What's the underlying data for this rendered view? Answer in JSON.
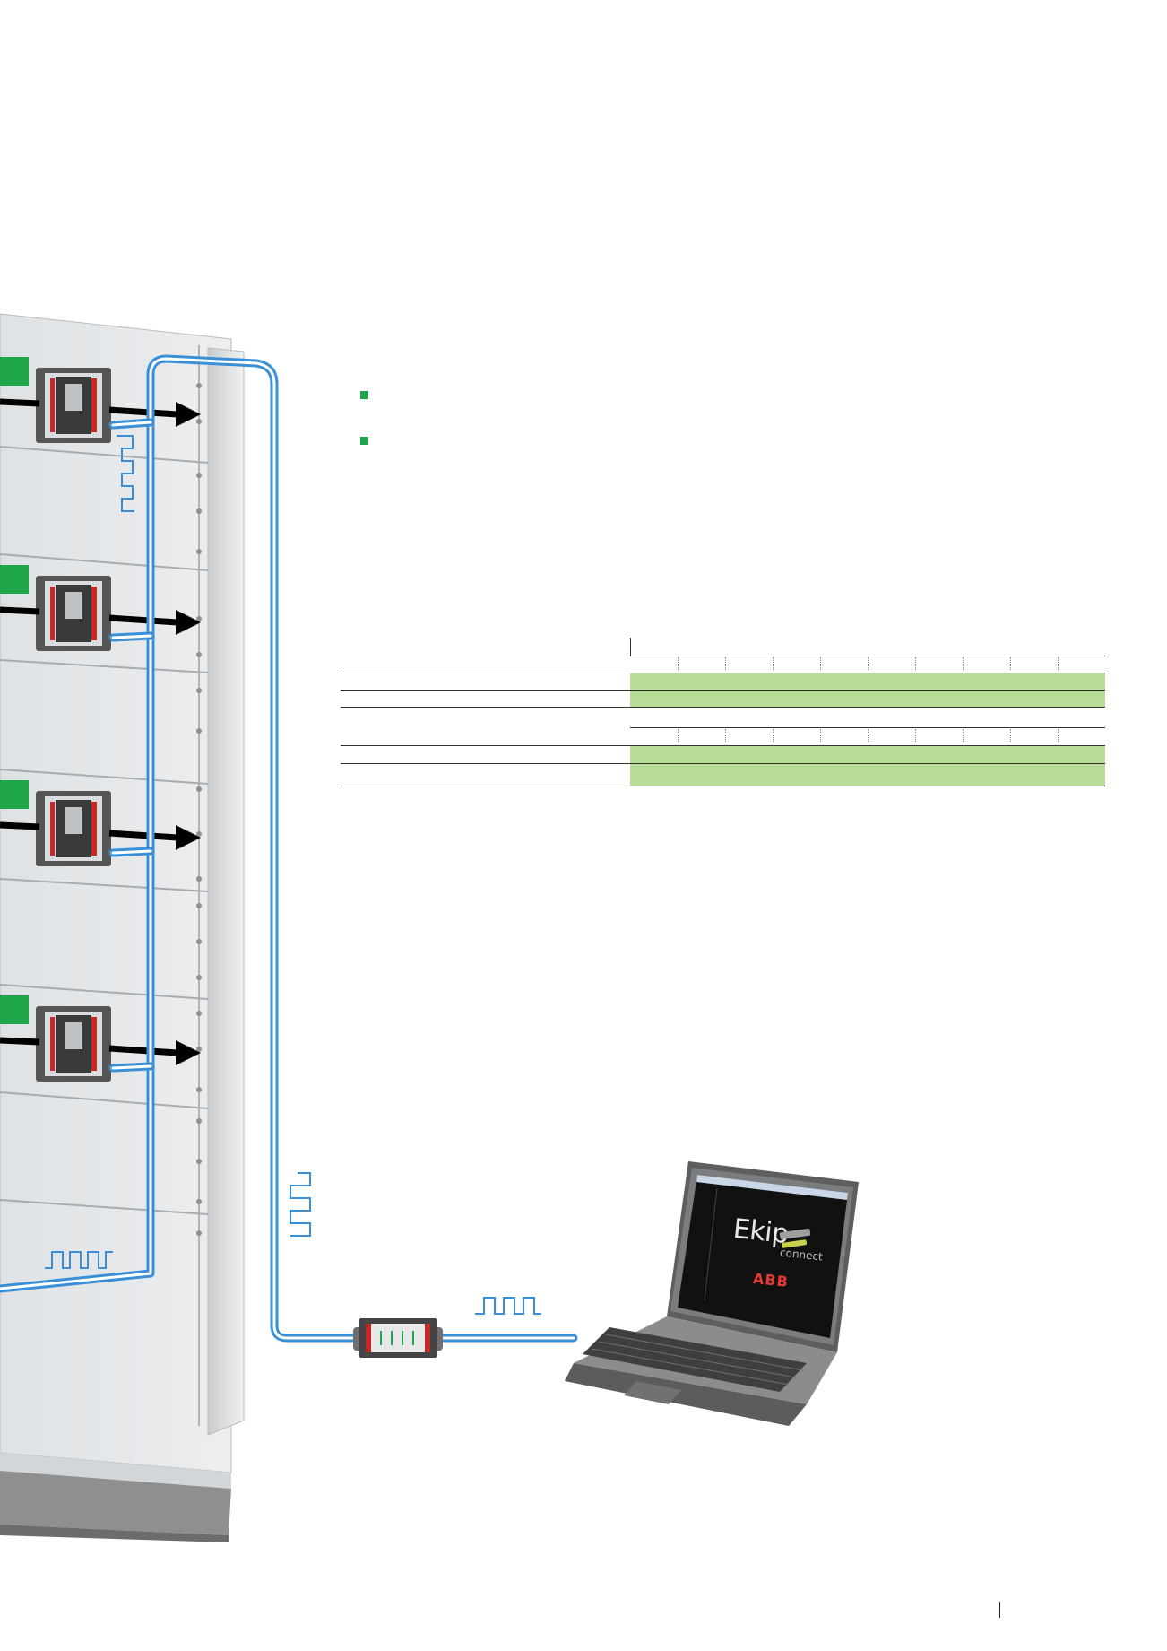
{
  "bullets": [
    {
      "text": ""
    },
    {
      "text": ""
    }
  ],
  "laptop_screen": {
    "logo_word": "Ekip",
    "logo_sub": "connect",
    "brand": "ABB"
  },
  "colors": {
    "accent_green": "#1fa64a",
    "table_green": "#b7dc98",
    "cable_blue": "#3a8fd6",
    "cabinet_gray": "#e3e6e8"
  },
  "icons": [
    "breaker-icon",
    "signal-pulse-icon",
    "connector-module-icon",
    "laptop-icon"
  ]
}
